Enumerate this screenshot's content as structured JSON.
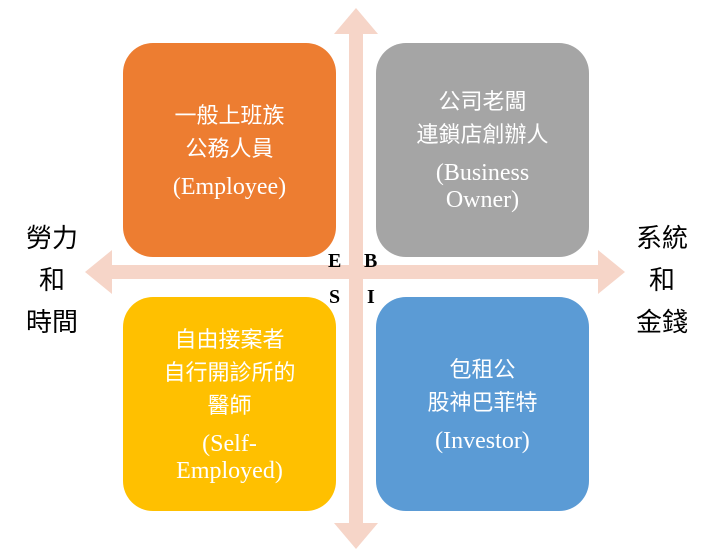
{
  "quadrants": {
    "employee": {
      "lines": [
        "一般上班族",
        "公務人員"
      ],
      "en": "(Employee)",
      "color": "#ED7D31"
    },
    "business": {
      "lines": [
        "公司老闆",
        "連鎖店創辦人"
      ],
      "en": "(Business Owner)",
      "color": "#A5A5A5"
    },
    "self": {
      "lines": [
        "自由接案者",
        "自行開診所的",
        "醫師"
      ],
      "en": "(Self-Employed)",
      "color": "#FFC000"
    },
    "investor": {
      "lines": [
        "包租公",
        "股神巴菲特"
      ],
      "en": "(Investor)",
      "color": "#5B9BD5"
    }
  },
  "letters": {
    "e": "E",
    "b": "B",
    "s": "S",
    "i": "I"
  },
  "left_label": [
    "勞力",
    "和",
    "時間"
  ],
  "right_label": [
    "系統",
    "和",
    "金錢"
  ],
  "arrow_color": "#F6D5C8"
}
